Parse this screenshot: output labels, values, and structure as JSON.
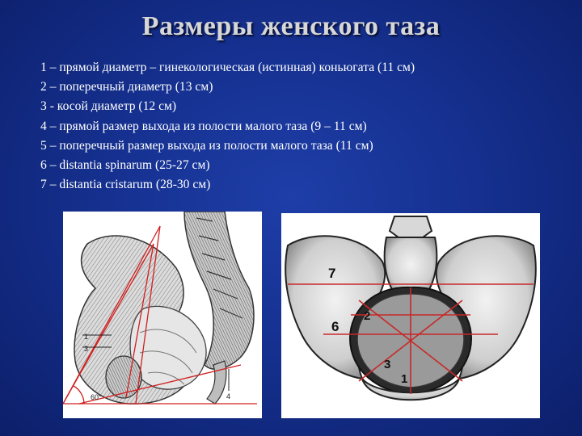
{
  "title": "Размеры женского таза",
  "legend": [
    "1 – прямой диаметр – гинекологическая (истинная) коньюгата (11 см)",
    "2 – поперечный диаметр (13 см)",
    "3 - косой диаметр (12 см)",
    "4 – прямой размер выхода из полости малого таза (9 – 11 см)",
    "5 – поперечный размер выхода из полости малого таза (11 см)",
    "6 – distantia spinarum (25-27 см)",
    "7 – distantia cristarum (28-30 см)"
  ],
  "sagittal_figure": {
    "labels": {
      "one": "1",
      "three": "3",
      "four": "4",
      "angle": "60°"
    },
    "line_color": "#d02020"
  },
  "frontal_figure": {
    "labels": {
      "seven": "7",
      "six": "6",
      "two": "2",
      "three": "3",
      "one": "1"
    },
    "line_color": "#c82828"
  }
}
